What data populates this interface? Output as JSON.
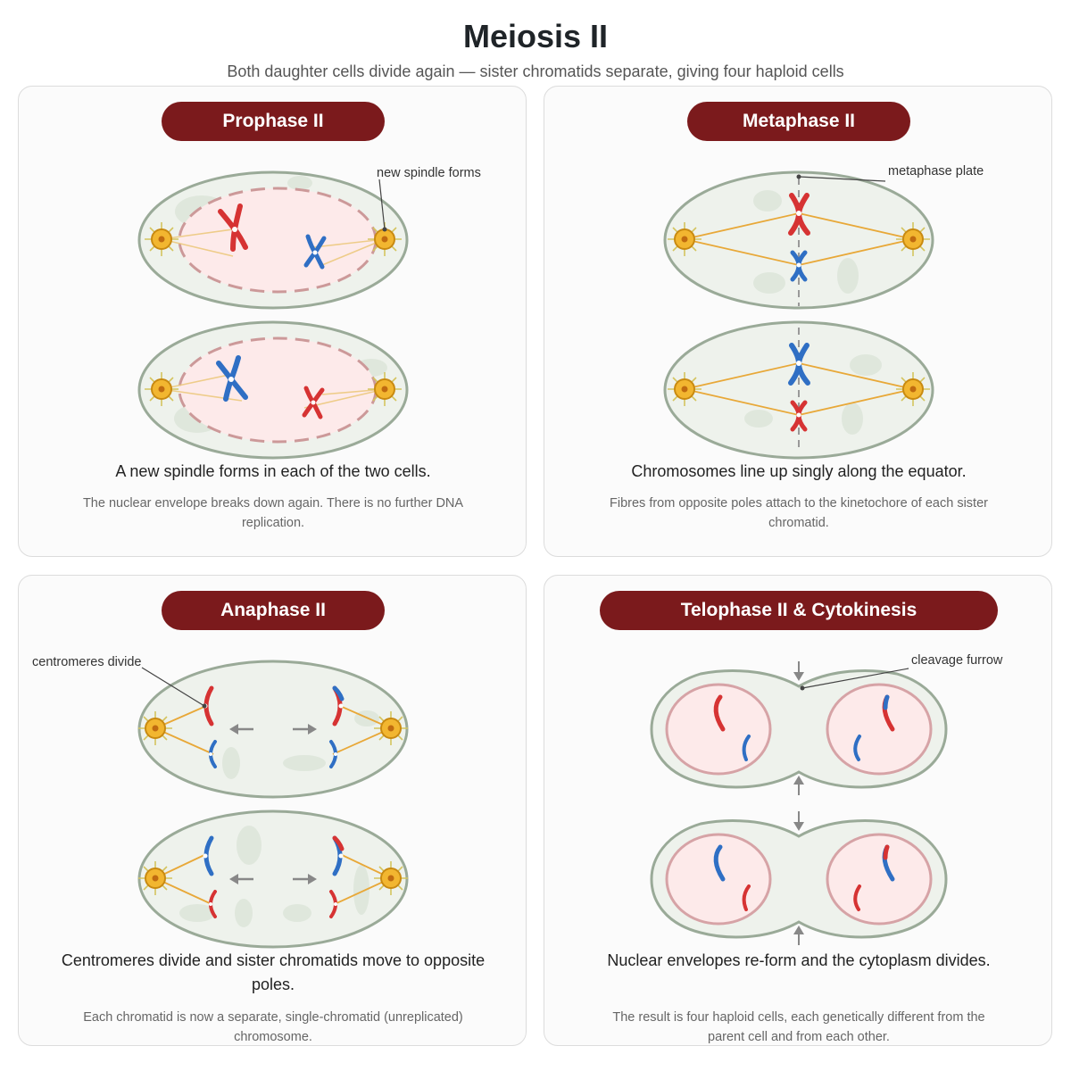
{
  "title": "Meiosis II",
  "subtitle": "Both daughter cells divide again — sister chromatids separate, giving four haploid cells",
  "panels": [
    {
      "heading": "Prophase II",
      "label": "new spindle forms",
      "caption": "A new spindle forms in each of the two cells.",
      "note": "The nuclear envelope breaks down again. There is no further DNA replication."
    },
    {
      "heading": "Metaphase II",
      "label": "metaphase plate",
      "caption": "Chromosomes line up singly along the equator.",
      "note": "Fibres from opposite poles attach to the kinetochore of each sister chromatid."
    },
    {
      "heading": "Anaphase II",
      "label": "centromeres divide",
      "caption": "Centromeres divide and sister chromatids move to opposite poles.",
      "note": "Each chromatid is now a separate, single-chromatid (unreplicated) chromosome."
    },
    {
      "heading": "Telophase II & Cytokinesis",
      "label": "cleavage furrow",
      "caption": "Nuclear envelopes re-form and the cytoplasm divides.",
      "note": "The result is four haploid cells, each genetically different from the parent cell and from each other."
    }
  ],
  "colors": {
    "heading_bg": "#7b1a1c",
    "chromosome_red": "#d63333",
    "chromosome_blue": "#2f6fc4",
    "centrosome": "#f2b630",
    "cell_fill": "#eef2ec",
    "cell_border": "#9aaa98",
    "nucleus_fill": "#fdeaea"
  }
}
